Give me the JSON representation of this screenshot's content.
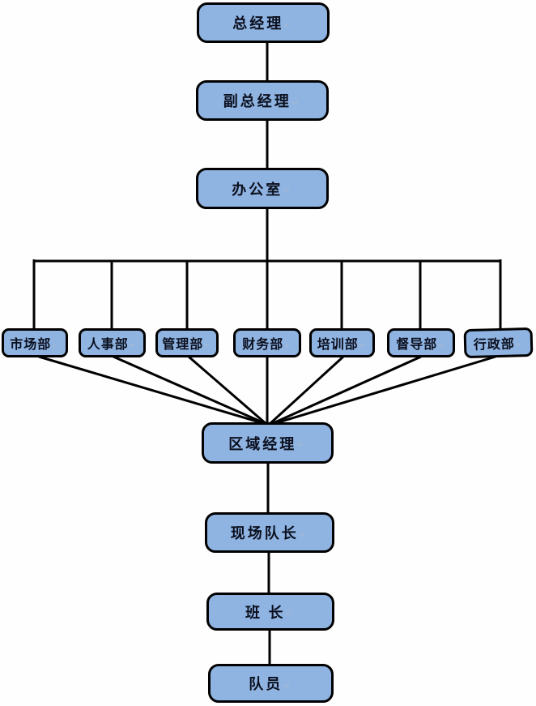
{
  "diagram": {
    "type": "organization-chart",
    "colors": {
      "node_fill": "#8FB4E2",
      "node_border": "#000000",
      "connector": "#000000",
      "label_text": "#0B0F1E",
      "background": "#FEFEFE"
    },
    "nodes": {
      "general_manager": {
        "label": "总经理",
        "level": 1
      },
      "deputy_general_manager": {
        "label": "副总经理",
        "level": 2
      },
      "office": {
        "label": "办公室",
        "level": 3
      },
      "marketing_dept": {
        "label": "市场部",
        "level": 4
      },
      "hr_dept": {
        "label": "人事部",
        "level": 4
      },
      "management_dept": {
        "label": "管理部",
        "level": 4
      },
      "finance_dept": {
        "label": "财务部",
        "level": 4
      },
      "training_dept": {
        "label": "培训部",
        "level": 4
      },
      "supervision_dept": {
        "label": "督导部",
        "level": 4
      },
      "admin_dept": {
        "label": "行政部",
        "level": 4
      },
      "regional_manager": {
        "label": "区域经理",
        "level": 5
      },
      "site_captain": {
        "label": "现场队长",
        "level": 6
      },
      "squad_leader": {
        "label": "班 长",
        "level": 7
      },
      "team_member": {
        "label": "队员",
        "level": 8
      }
    },
    "edges": [
      {
        "from": "general_manager",
        "to": "deputy_general_manager"
      },
      {
        "from": "deputy_general_manager",
        "to": "office"
      },
      {
        "from": "office",
        "to": "marketing_dept"
      },
      {
        "from": "office",
        "to": "hr_dept"
      },
      {
        "from": "office",
        "to": "management_dept"
      },
      {
        "from": "office",
        "to": "finance_dept"
      },
      {
        "from": "office",
        "to": "training_dept"
      },
      {
        "from": "office",
        "to": "supervision_dept"
      },
      {
        "from": "office",
        "to": "admin_dept"
      },
      {
        "from": "marketing_dept",
        "to": "regional_manager"
      },
      {
        "from": "hr_dept",
        "to": "regional_manager"
      },
      {
        "from": "management_dept",
        "to": "regional_manager"
      },
      {
        "from": "finance_dept",
        "to": "regional_manager"
      },
      {
        "from": "training_dept",
        "to": "regional_manager"
      },
      {
        "from": "supervision_dept",
        "to": "regional_manager"
      },
      {
        "from": "admin_dept",
        "to": "regional_manager"
      },
      {
        "from": "regional_manager",
        "to": "site_captain"
      },
      {
        "from": "site_captain",
        "to": "squad_leader"
      },
      {
        "from": "squad_leader",
        "to": "team_member"
      }
    ]
  },
  "icons": {
    "paragraph_mark": "↵"
  }
}
